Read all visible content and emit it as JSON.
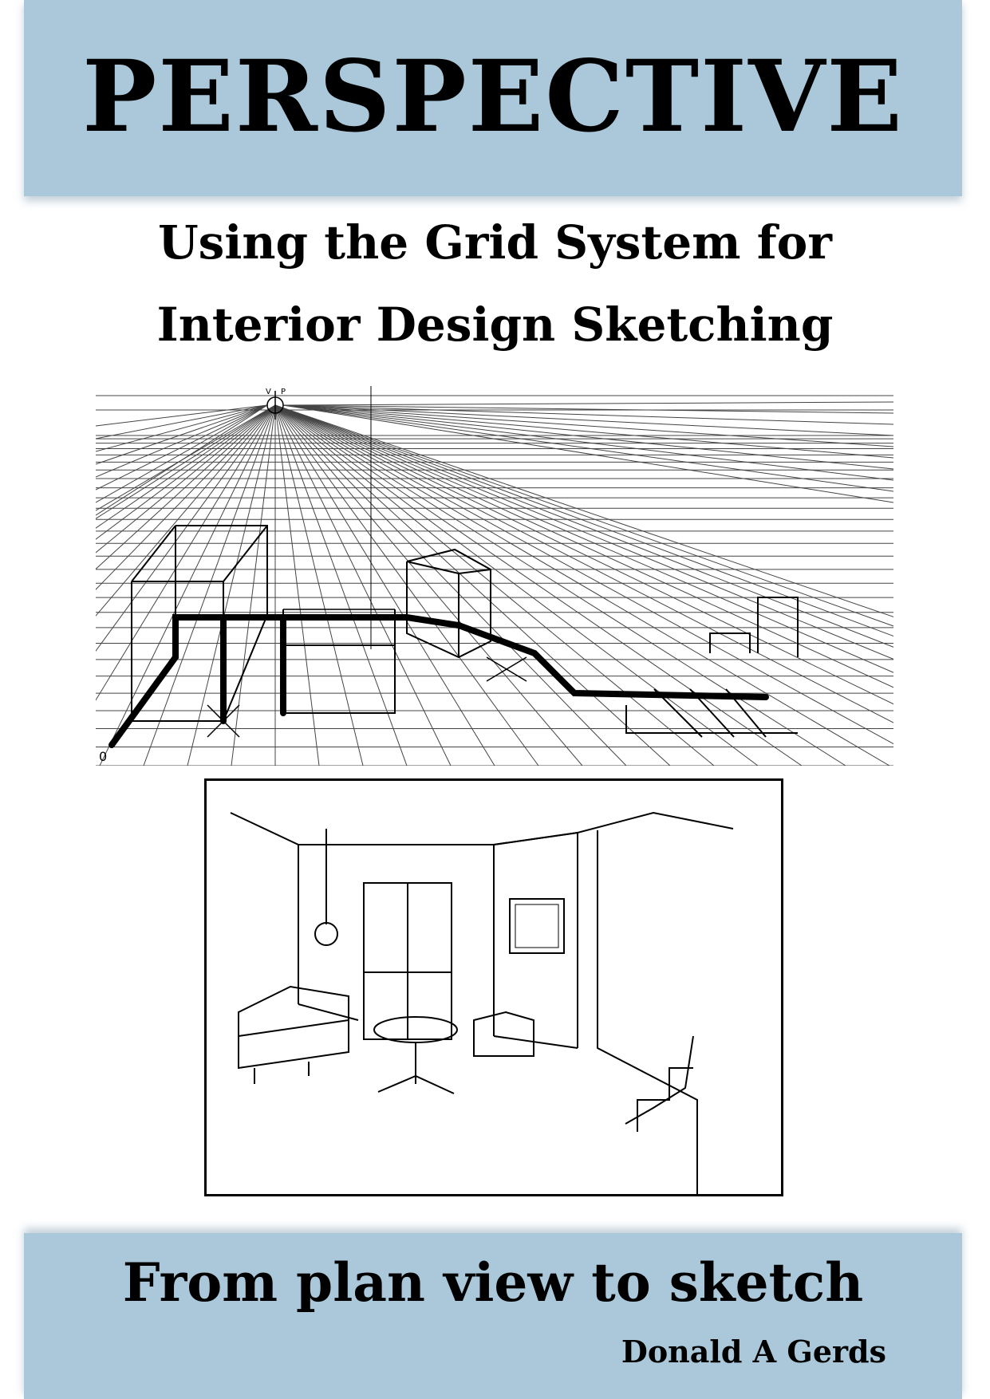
{
  "cover": {
    "title": "PERSPECTIVE",
    "subtitle_line1": "Using the Grid System for",
    "subtitle_line2": "Interior Design Sketching",
    "tagline": "From plan view to sketch",
    "author": "Donald A Gerds"
  },
  "grid_figure": {
    "origin_label": "0",
    "vanishing_labels": [
      "V",
      "P"
    ]
  },
  "colors": {
    "band": "#aac8d9",
    "ink": "#000000",
    "paper": "#ffffff"
  }
}
